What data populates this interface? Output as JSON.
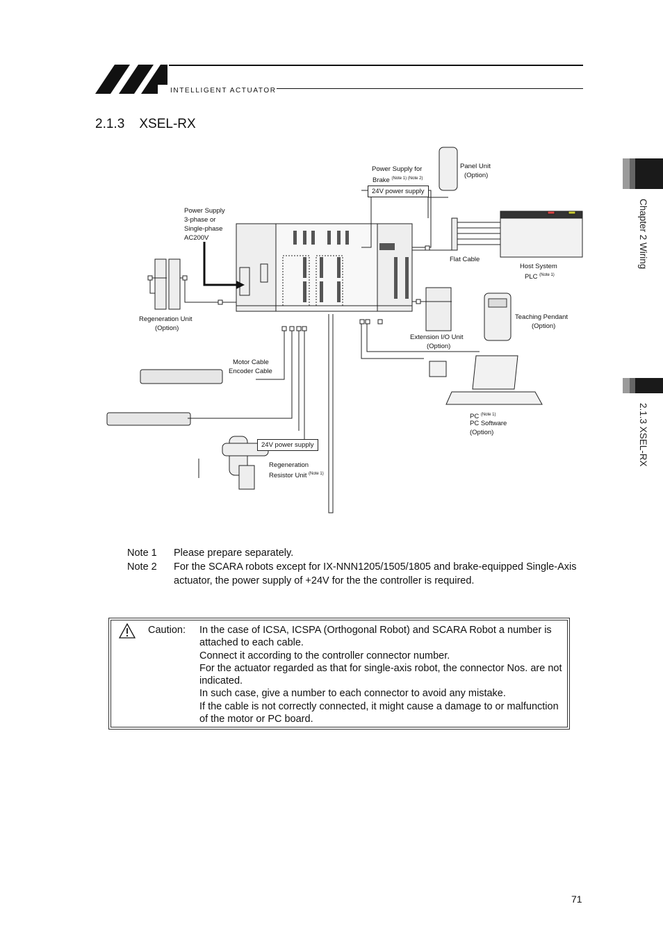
{
  "header": {
    "brand_text": "INTELLIGENT ACTUATOR"
  },
  "section": {
    "title": "2.1.3    XSEL-RX"
  },
  "side_tabs": {
    "chapter": "Chapter 2 Wiring",
    "section": "2.1.3 XSEL-RX"
  },
  "diagram": {
    "power_supply_brake": "Power Supply for",
    "power_supply_brake_2": "Brake",
    "power_supply_brake_note": "(Note 1) (Note 2)",
    "power_24v_top": "24V power supply",
    "panel_unit": "Panel Unit",
    "panel_unit_opt": "(Option)",
    "power_supply_main_1": "Power Supply",
    "power_supply_main_2": "3-phase or",
    "power_supply_main_3": "Single-phase",
    "power_supply_main_4": "AC200V",
    "flat_cable": "Flat Cable",
    "host_system": "Host System",
    "host_plc": "PLC",
    "host_note": "(Note 1)",
    "regen_unit": "Regeneration Unit",
    "regen_unit_opt": "(Option)",
    "teaching_pendant": "Teaching Pendant",
    "teaching_pendant_opt": "(Option)",
    "ext_io": "Extension I/O Unit",
    "ext_io_opt": "(Option)",
    "motor_cable": "Motor Cable",
    "encoder_cable": "Encoder Cable",
    "pc": "PC",
    "pc_note": "(Note 1)",
    "pc_software": "PC Software",
    "pc_opt": "(Option)",
    "power_24v_bottom": "24V power supply",
    "regen_resistor_1": "Regeneration",
    "regen_resistor_2": "Resistor Unit",
    "regen_resistor_note": "(Note 1)"
  },
  "notes": [
    {
      "key": "Note 1",
      "text": "Please prepare separately."
    },
    {
      "key": "Note 2",
      "text": "For the SCARA robots except for IX-NNN1205/1505/1805 and brake-equipped Single-Axis actuator, the power supply of +24V for the the controller is required."
    }
  ],
  "caution": {
    "label": "Caution:",
    "lines": [
      "In the case of ICSA, ICSPA (Orthogonal Robot) and SCARA Robot a number is attached to each cable.",
      "Connect it according to the controller connector number.",
      "For the actuator regarded as that for single-axis robot, the connector Nos. are not indicated.",
      "In such case, give a number to each connector to avoid any mistake.",
      "If the cable is not correctly connected, it might cause a damage to or malfunction of the motor or PC board."
    ]
  },
  "page_number": "71"
}
